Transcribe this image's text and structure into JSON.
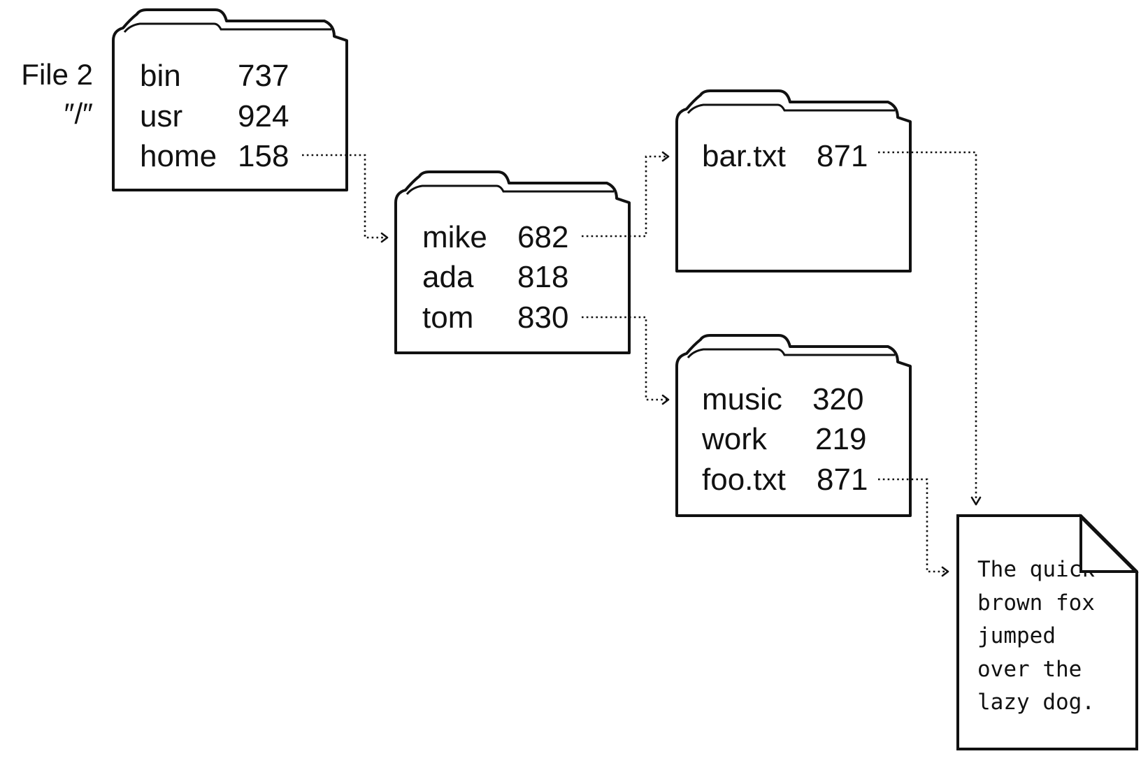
{
  "root_label": {
    "title": "File 2",
    "path": "″/″"
  },
  "folders": {
    "root": {
      "entries": [
        {
          "name": "bin",
          "id": "737"
        },
        {
          "name": "usr",
          "id": "924"
        },
        {
          "name": "home",
          "id": "158"
        }
      ]
    },
    "home": {
      "entries": [
        {
          "name": "mike",
          "id": "682"
        },
        {
          "name": "ada",
          "id": "818"
        },
        {
          "name": "tom",
          "id": "830"
        }
      ]
    },
    "mike": {
      "entries": [
        {
          "name": "bar.txt",
          "id": "871"
        }
      ]
    },
    "tom": {
      "entries": [
        {
          "name": "music",
          "id": "320"
        },
        {
          "name": "work",
          "id": "219"
        },
        {
          "name": "foo.txt",
          "id": "871"
        }
      ]
    }
  },
  "document": {
    "lines": [
      "The quick",
      "brown fox",
      "jumped",
      "over the",
      "lazy dog."
    ]
  },
  "colors": {
    "stroke": "#111111",
    "background": "#ffffff"
  }
}
